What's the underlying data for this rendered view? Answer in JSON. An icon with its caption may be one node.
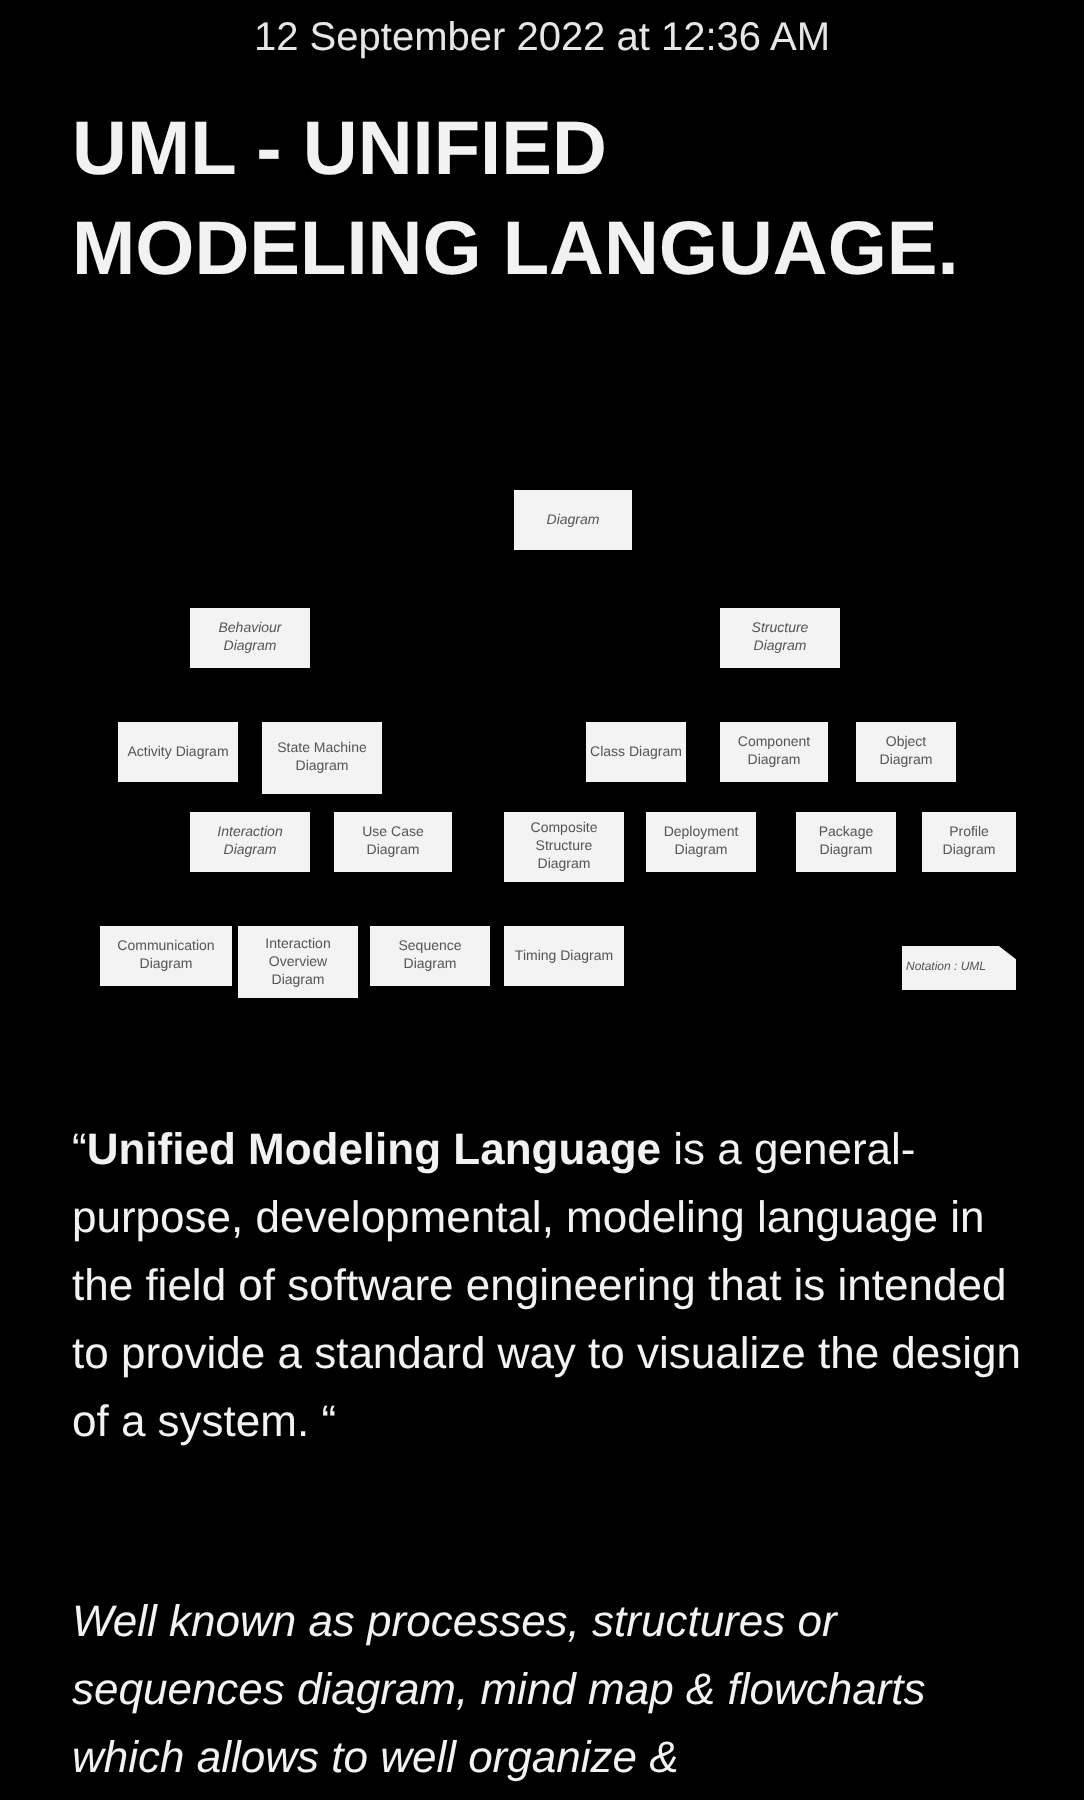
{
  "diagram": {
    "title": "UML - UNIFIED MODELING LANGUAGE.",
    "nodes": [
      {
        "text": [
          "Diagram"
        ]
      },
      {
        "text": [
          "Behaviour Diagram"
        ]
      },
      {
        "text": [
          "Structure Diagram"
        ]
      },
      {
        "text": [
          "Activity Diagram"
        ]
      },
      {
        "text": [
          "State Machine Diagram"
        ]
      },
      {
        "text": [
          "Class Diagram"
        ]
      },
      {
        "text": [
          "Component Diagram"
        ]
      },
      {
        "text": [
          "Object Diagram"
        ]
      },
      {
        "text": [
          "Interaction Diagram"
        ]
      },
      {
        "text": [
          "Use Case Diagram"
        ]
      },
      {
        "text": [
          "Composite Structure Diagram"
        ]
      },
      {
        "text": [
          "Deployment Diagram"
        ]
      },
      {
        "text": [
          "Package Diagram"
        ]
      },
      {
        "text": [
          "Profile Diagram"
        ]
      },
      {
        "text": [
          "Communication Diagram"
        ]
      },
      {
        "text": [
          "Interaction Overview Diagram"
        ]
      },
      {
        "text": [
          "Sequence Diagram"
        ]
      },
      {
        "text": [
          "Timing Diagram"
        ]
      },
      {
        "text": [
          "Notation : UML"
        ]
      }
    ],
    "labels": [
      "12 September 2022 at 12:36 AM",
      "“**Unified Modeling Language** is a general-purpose, developmental, modeling language in the field of software engineering that is intended to provide a standard way to visualize the design of a system. “",
      "Well known as processes, structures or sequences diagram, mind map & flowcharts which allows to well organize &"
    ]
  }
}
